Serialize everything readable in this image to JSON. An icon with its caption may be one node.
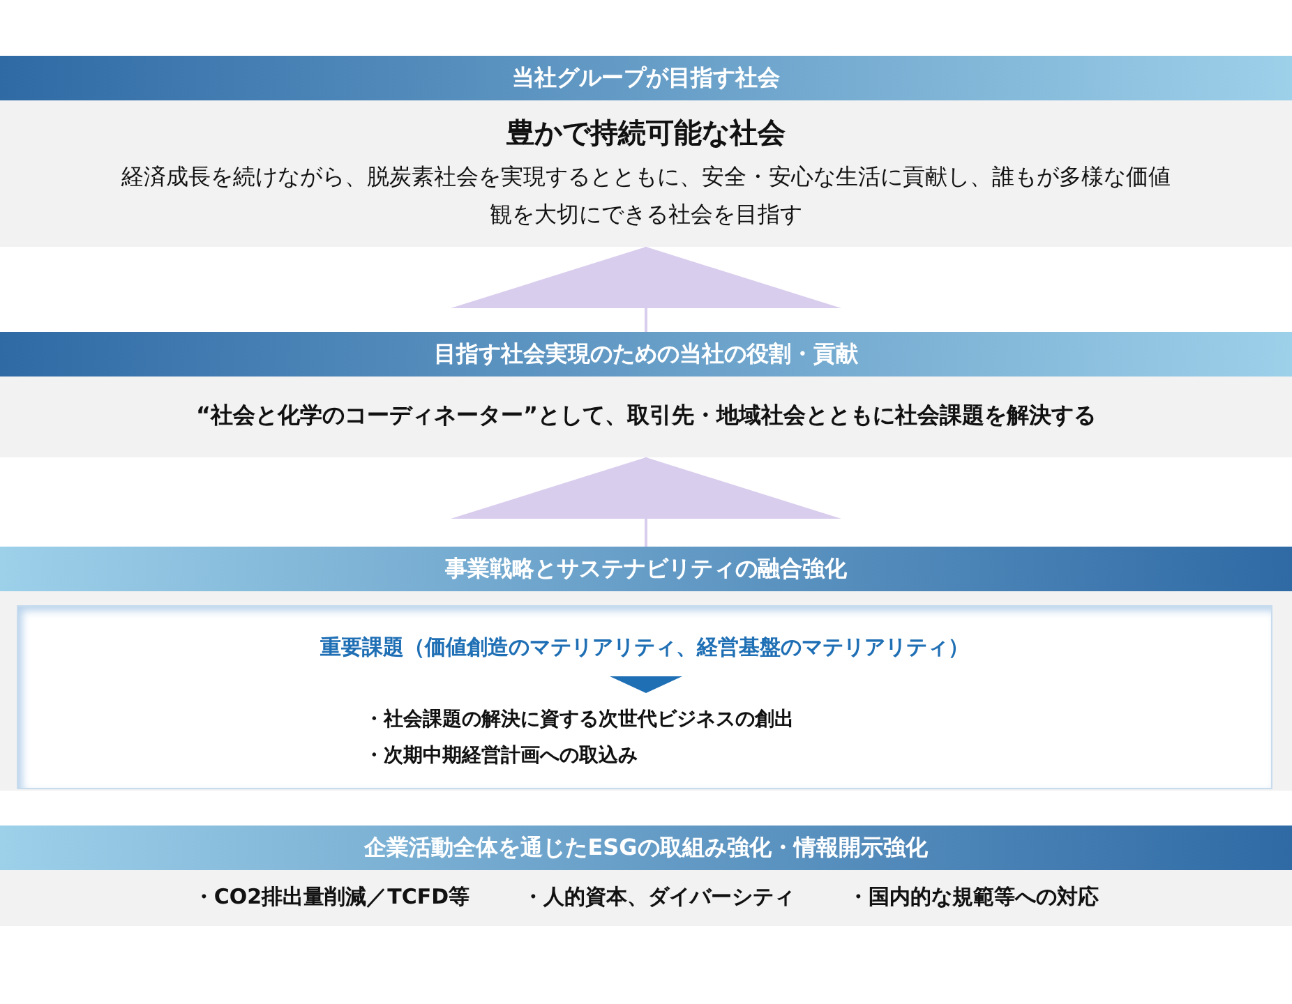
{
  "diagram": {
    "nodes": [
      {
        "text": [
          "当社グループが目指す社会",
          "豊かで持続可能な社会",
          "経済成長を続けながら、脱炭素社会を実現するとともに、安全・安心な生活に貢献し、誰もが多様な価値観を大切にできる社会を目指す"
        ]
      },
      {
        "text": [
          "目指す社会実現のための当社の役割・貢献",
          "“社会と化学のコーディネーター”として、取引先・地域社会とともに社会課題を解決する"
        ]
      },
      {
        "text": [
          "事業戦略とサステナビリティの融合強化"
        ]
      },
      {
        "text": [
          "重要課題（価値創造のマテリアリティ、経営基盤のマテリアリティ）",
          "・社会課題の解決に資する次世代ビジネスの創出",
          "・次期中期経営計画への取込み"
        ],
        "in": 2
      },
      {
        "text": [
          "企業活動全体を通じたESGの取組み強化・情報開示強化",
          "・CO2排出量削減／TCFD等",
          "・人的資本、ダイバーシティ",
          "・国内的な規範等への対応"
        ]
      }
    ],
    "edges": [
      {
        "from": 1,
        "to": 0,
        "arrow": "to"
      },
      {
        "from": 2,
        "to": 1,
        "arrow": "to"
      }
    ]
  }
}
